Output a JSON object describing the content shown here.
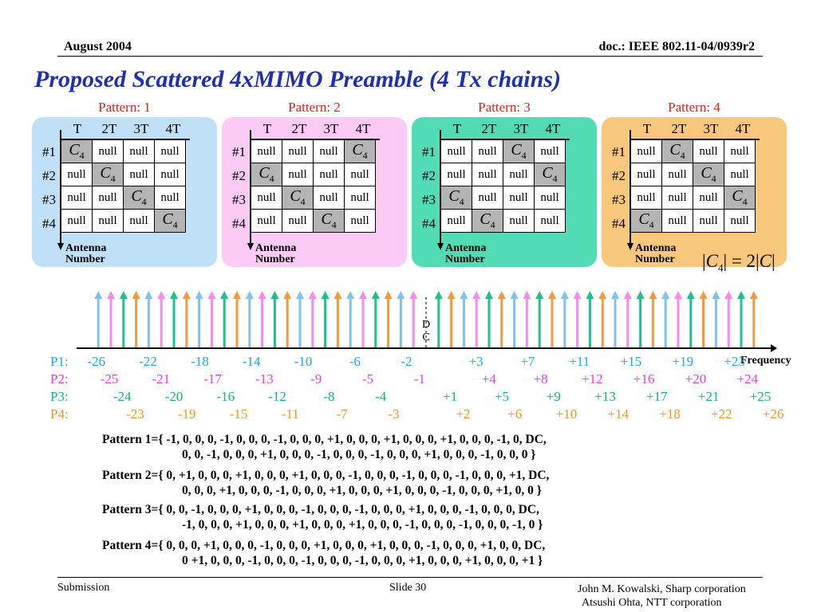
{
  "header": {
    "date": "August  2004",
    "doc": "doc.: IEEE 802.11-04/0939r2"
  },
  "title": "Proposed Scattered 4xMIMO Preamble (4 Tx chains)",
  "patterns": [
    {
      "label": "Pattern: 1",
      "color": "#bfe0f7",
      "grid": [
        [
          1,
          0,
          0,
          0
        ],
        [
          0,
          1,
          0,
          0
        ],
        [
          0,
          0,
          1,
          0
        ],
        [
          0,
          0,
          0,
          1
        ]
      ]
    },
    {
      "label": "Pattern: 2",
      "color": "#fbcaf5",
      "grid": [
        [
          0,
          0,
          0,
          1
        ],
        [
          1,
          0,
          0,
          0
        ],
        [
          0,
          1,
          0,
          0
        ],
        [
          0,
          0,
          1,
          0
        ]
      ]
    },
    {
      "label": "Pattern: 3",
      "color": "#52dcb6",
      "grid": [
        [
          0,
          0,
          1,
          0
        ],
        [
          0,
          0,
          0,
          1
        ],
        [
          1,
          0,
          0,
          0
        ],
        [
          0,
          1,
          0,
          0
        ]
      ]
    },
    {
      "label": "Pattern: 4",
      "color": "#f7c77b",
      "grid": [
        [
          0,
          1,
          0,
          0
        ],
        [
          0,
          0,
          1,
          0
        ],
        [
          0,
          0,
          0,
          1
        ],
        [
          1,
          0,
          0,
          0
        ]
      ]
    }
  ],
  "grid_text": {
    "col_headers": [
      "T",
      "2T",
      "3T",
      "4T"
    ],
    "row_headers": [
      "#1",
      "#2",
      "#3",
      "#4"
    ],
    "null": "null",
    "c4_base": "C",
    "c4_sub": "4",
    "antenna": "Antenna",
    "number": "Number"
  },
  "equation": {
    "lhs_base": "C",
    "lhs_sub": "4",
    "op": "= 2",
    "rhs": "C"
  },
  "spectrum": {
    "dc_label_1": "D",
    "dc_label_2": "C",
    "frequency_label": "Frequency",
    "colors": {
      "p1": "#7dc3f0",
      "p2": "#f78af0",
      "p3": "#1ec08c",
      "p4": "#f39a3c"
    },
    "rows": [
      {
        "label": "P1:",
        "color": "#1aa9ee",
        "subcarriers": [
          -26,
          -22,
          -18,
          -14,
          -10,
          -6,
          -2,
          3,
          7,
          11,
          15,
          19,
          23
        ]
      },
      {
        "label": "P2:",
        "color": "#f03ce8",
        "subcarriers": [
          -25,
          -21,
          -17,
          -13,
          -9,
          -5,
          -1,
          4,
          8,
          12,
          16,
          20,
          24
        ]
      },
      {
        "label": "P3:",
        "color": "#10b583",
        "subcarriers": [
          -24,
          -20,
          -16,
          -12,
          -8,
          -4,
          1,
          5,
          9,
          13,
          17,
          21,
          25
        ]
      },
      {
        "label": "P4:",
        "color": "#f39425",
        "subcarriers": [
          -23,
          -19,
          -15,
          -11,
          -7,
          -3,
          2,
          6,
          10,
          14,
          18,
          22,
          26
        ]
      }
    ]
  },
  "pattern_defs": [
    {
      "line1": "Pattern 1={ -1, 0, 0, 0, -1, 0, 0, 0, -1, 0, 0, 0, +1, 0, 0, 0, +1, 0, 0, 0, +1, 0, 0, 0, -1, 0, DC,",
      "line2": "0, 0, -1, 0, 0, 0, +1, 0, 0, 0, -1, 0, 0, 0, -1, 0, 0, 0, +1, 0, 0, 0, -1, 0, 0, 0 }"
    },
    {
      "line1": "Pattern 2={ 0, +1, 0, 0, 0, +1, 0, 0, 0, +1, 0, 0, 0, -1, 0, 0, 0, -1, 0, 0, 0, -1, 0, 0, 0, +1, DC,",
      "line2": "0, 0, 0, +1, 0, 0, 0, -1, 0, 0, 0, +1, 0, 0, 0, +1, 0, 0, 0, -1, 0, 0, 0, +1, 0, 0 }"
    },
    {
      "line1": "Pattern 3={ 0, 0, -1, 0, 0, 0, +1, 0, 0, 0, -1, 0, 0, 0, -1, 0, 0, 0, +1, 0, 0, 0, -1, 0, 0, 0, DC,",
      "line2": "-1, 0, 0, 0, +1, 0, 0, 0, +1, 0, 0, 0, +1, 0, 0, 0, -1, 0, 0, 0, -1, 0, 0, 0, -1, 0 }"
    },
    {
      "line1": "Pattern 4={ 0, 0, 0, +1, 0, 0, 0, -1, 0, 0, 0, +1, 0, 0, 0, +1, 0, 0, 0, -1, 0, 0, 0, +1, 0, 0, DC,",
      "line2": "0 +1, 0, 0, 0, -1, 0, 0, 0, -1, 0, 0, 0, -1, 0, 0, 0, +1, 0, 0, 0, +1, 0, 0, 0, +1 }"
    }
  ],
  "footer": {
    "submission": "Submission",
    "slide": "Slide 30",
    "author1": "John M. Kowalski, Sharp corporation",
    "author2": "Atsushi Ohta, NTT corporation"
  }
}
